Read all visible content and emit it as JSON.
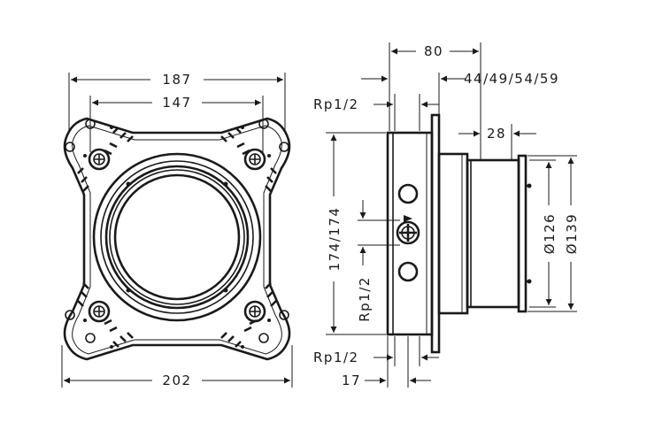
{
  "dimensions": {
    "front_width_top": "187",
    "front_hole_spacing": "147",
    "front_width_bottom": "202",
    "side_depth": "80",
    "side_variable": "44/49/54/59",
    "side_ring": "28",
    "side_height": "174/174",
    "dia_inner": "Ø126",
    "dia_outer": "Ø139",
    "port_top": "Rp1/2",
    "port_middle": "Rp1/2",
    "port_bottom": "Rp1/2",
    "flange_offset": "17"
  }
}
